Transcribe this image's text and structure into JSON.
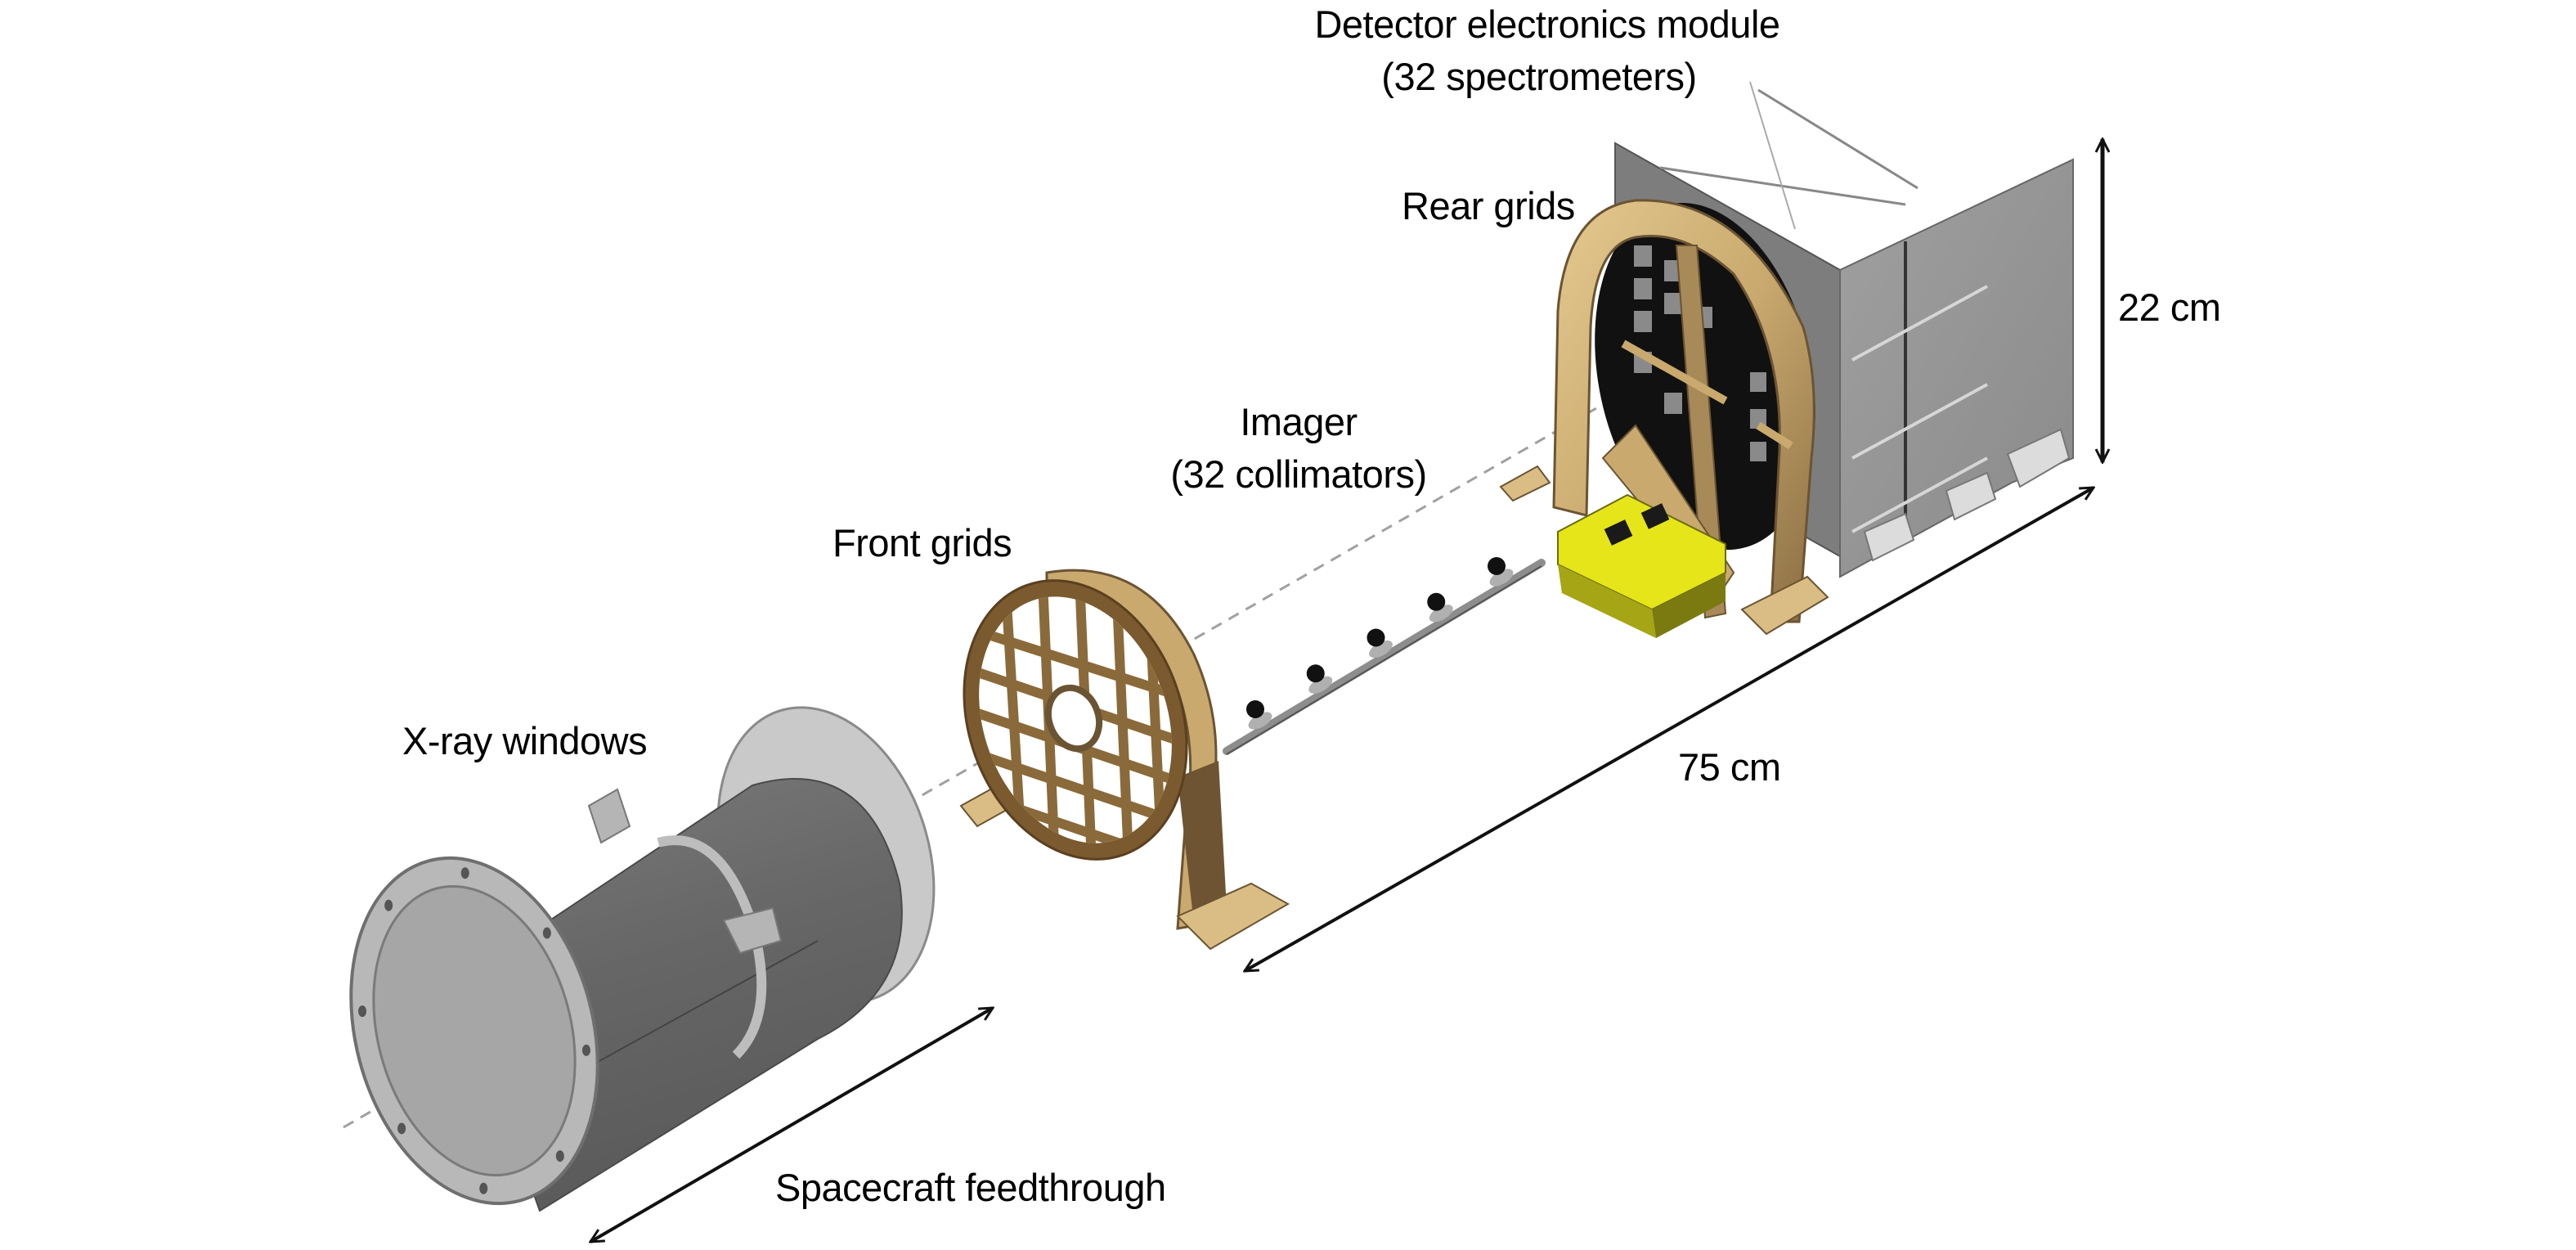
{
  "diagram": {
    "labels": {
      "detector_module_title": "Detector electronics module",
      "detector_module_sub": "(32 spectrometers)",
      "rear_grids": "Rear grids",
      "imager_title": "Imager",
      "imager_sub": "(32 collimators)",
      "front_grids": "Front grids",
      "xray_windows": "X-ray windows",
      "spacecraft_feedthrough": "Spacecraft feedthrough"
    },
    "dimensions": {
      "height": "22 cm",
      "length": "75 cm"
    },
    "components": [
      {
        "id": "spacecraft-feedthrough",
        "icon": "cylinder-housing-icon"
      },
      {
        "id": "front-grids",
        "icon": "grid-frame-icon"
      },
      {
        "id": "imager",
        "icon": "collimator-rod-icon",
        "clamp_count": 5
      },
      {
        "id": "rear-grids",
        "icon": "grid-frame-icon"
      },
      {
        "id": "detector-electronics-module",
        "icon": "electronics-box-icon"
      }
    ],
    "colors": {
      "tan": "#c9a96e",
      "tan_dark": "#6b5433",
      "tan_light": "#e8cf9a",
      "grey_dark": "#5e5e5e",
      "grey_mid": "#8a8a8a",
      "grey_light": "#c8c8c8",
      "yellow": "#e5e51a",
      "yellow_dark": "#7a7a10",
      "axis_dash": "#a0a0a0",
      "arrow": "#111111"
    }
  }
}
